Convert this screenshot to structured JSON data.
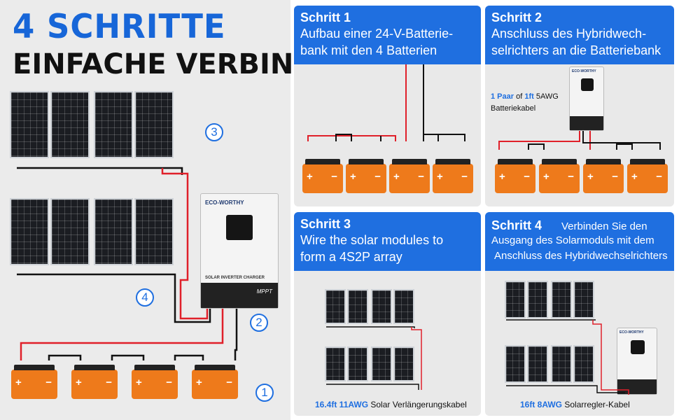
{
  "heading": {
    "line1": "4 SCHRITTE",
    "line2": "EINFACHE VERBINDUNG"
  },
  "markers": [
    "1",
    "2",
    "3",
    "4"
  ],
  "inverter": {
    "brand": "ECO-WORTHY",
    "label": "SOLAR INVERTER CHARGER",
    "tag": "MPPT"
  },
  "battery_terminals": {
    "plus": "+",
    "minus": "−"
  },
  "steps": [
    {
      "title": "Schritt 1",
      "text_lines": [
        "Aufbau einer 24-V-Batterie-",
        "bank mit den 4 Batterien"
      ]
    },
    {
      "title": "Schritt 2",
      "text_lines": [
        "Anschluss des Hybridwech-",
        "selrichters an die Batteriebank"
      ],
      "cable": {
        "a": "1 Paar",
        "b": " of ",
        "c": "1ft",
        "d": " 5AWG",
        "e": "Batteriekabel"
      }
    },
    {
      "title": "Schritt 3",
      "text_lines": [
        "Wire the solar modules to",
        "form a 4S2P array"
      ],
      "cable": {
        "a": "16.4ft 11AWG",
        "b": " Solar Verlängerungskabel"
      }
    },
    {
      "title": "Schritt 4",
      "text_lines": [
        "Verbinden Sie den",
        "Ausgang des Solarmoduls mit dem",
        "Anschluss des Hybridwechselrichters"
      ],
      "cable": {
        "a": "16ft 8AWG",
        "b": " Solarregler-Kabel"
      }
    }
  ],
  "colors": {
    "accent": "#1f6fe0",
    "heading": "#1766d8",
    "battery": "#ee7a1b",
    "wire_red": "#e0202a",
    "wire_black": "#111111"
  }
}
